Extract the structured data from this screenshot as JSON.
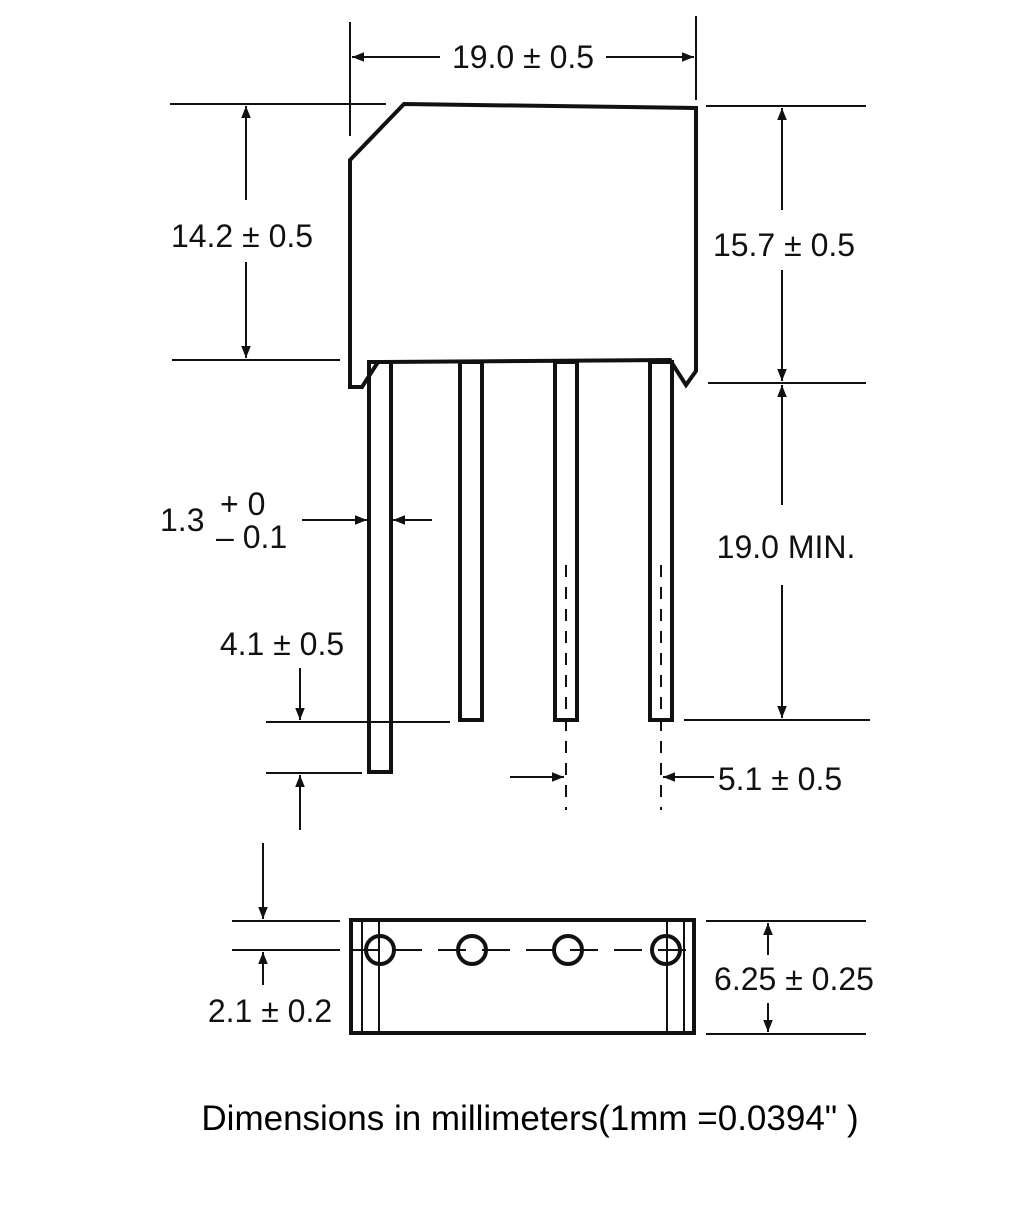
{
  "dimensions": {
    "width_top": "19.0 ± 0.5",
    "height_left": "14.2 ± 0.5",
    "height_right": "15.7 ± 0.5",
    "lead_width_nominal": "1.3",
    "lead_width_tol_plus": "+ 0",
    "lead_width_tol_minus": "– 0.1",
    "lead_length_min": "19.0  MIN.",
    "lead_offset": "4.1 ± 0.5",
    "pin_pitch": "5.1 ± 0.5",
    "pin_row_offset": "2.1 ± 0.2",
    "bottom_depth": "6.25 ± 0.25"
  },
  "caption": "Dimensions in millimeters(1mm =0.0394\" )",
  "colors": {
    "stroke": "#111111",
    "background": "#ffffff"
  }
}
